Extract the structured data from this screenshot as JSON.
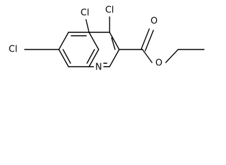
{
  "molecule": {
    "atoms": {
      "cl_top": "Cl",
      "cl_left": "Cl",
      "cl_bottom": "Cl",
      "o_carbonyl": "O",
      "o_ester": "O",
      "n_ring": "N"
    }
  },
  "colors": {
    "bond": "#000000",
    "background": "#ffffff"
  }
}
